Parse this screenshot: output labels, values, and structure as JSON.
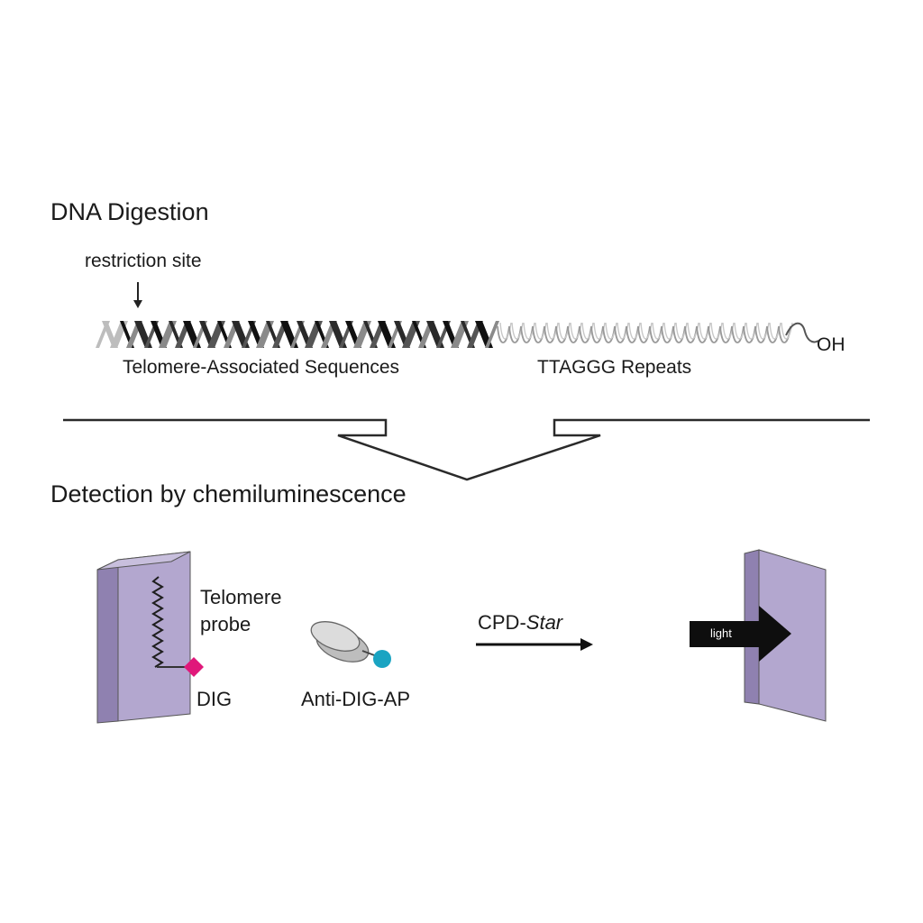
{
  "digestion": {
    "title": "DNA Digestion",
    "restriction_label": "restriction site",
    "tas_label": "Telomere-Associated Sequences",
    "repeats_label": "TTAGGG Repeats",
    "oh_label": "OH"
  },
  "detection": {
    "title": "Detection by chemiluminescence",
    "probe_label_line1": "Telomere",
    "probe_label_line2": "probe",
    "dig_label": "DIG",
    "antibody_label": "Anti-DIG-AP",
    "substrate_prefix": "CPD-",
    "substrate_italic": "Star",
    "light_label": "light"
  },
  "colors": {
    "membrane": "#b3a7cf",
    "membrane_side": "#8f81b0",
    "dig_marker": "#e0187a",
    "ap_enzyme": "#1aa4c2",
    "antibody": "#c9c9c9",
    "dna_dark": "#2a2a2a",
    "repeat_strand": "#9a9a9a"
  }
}
